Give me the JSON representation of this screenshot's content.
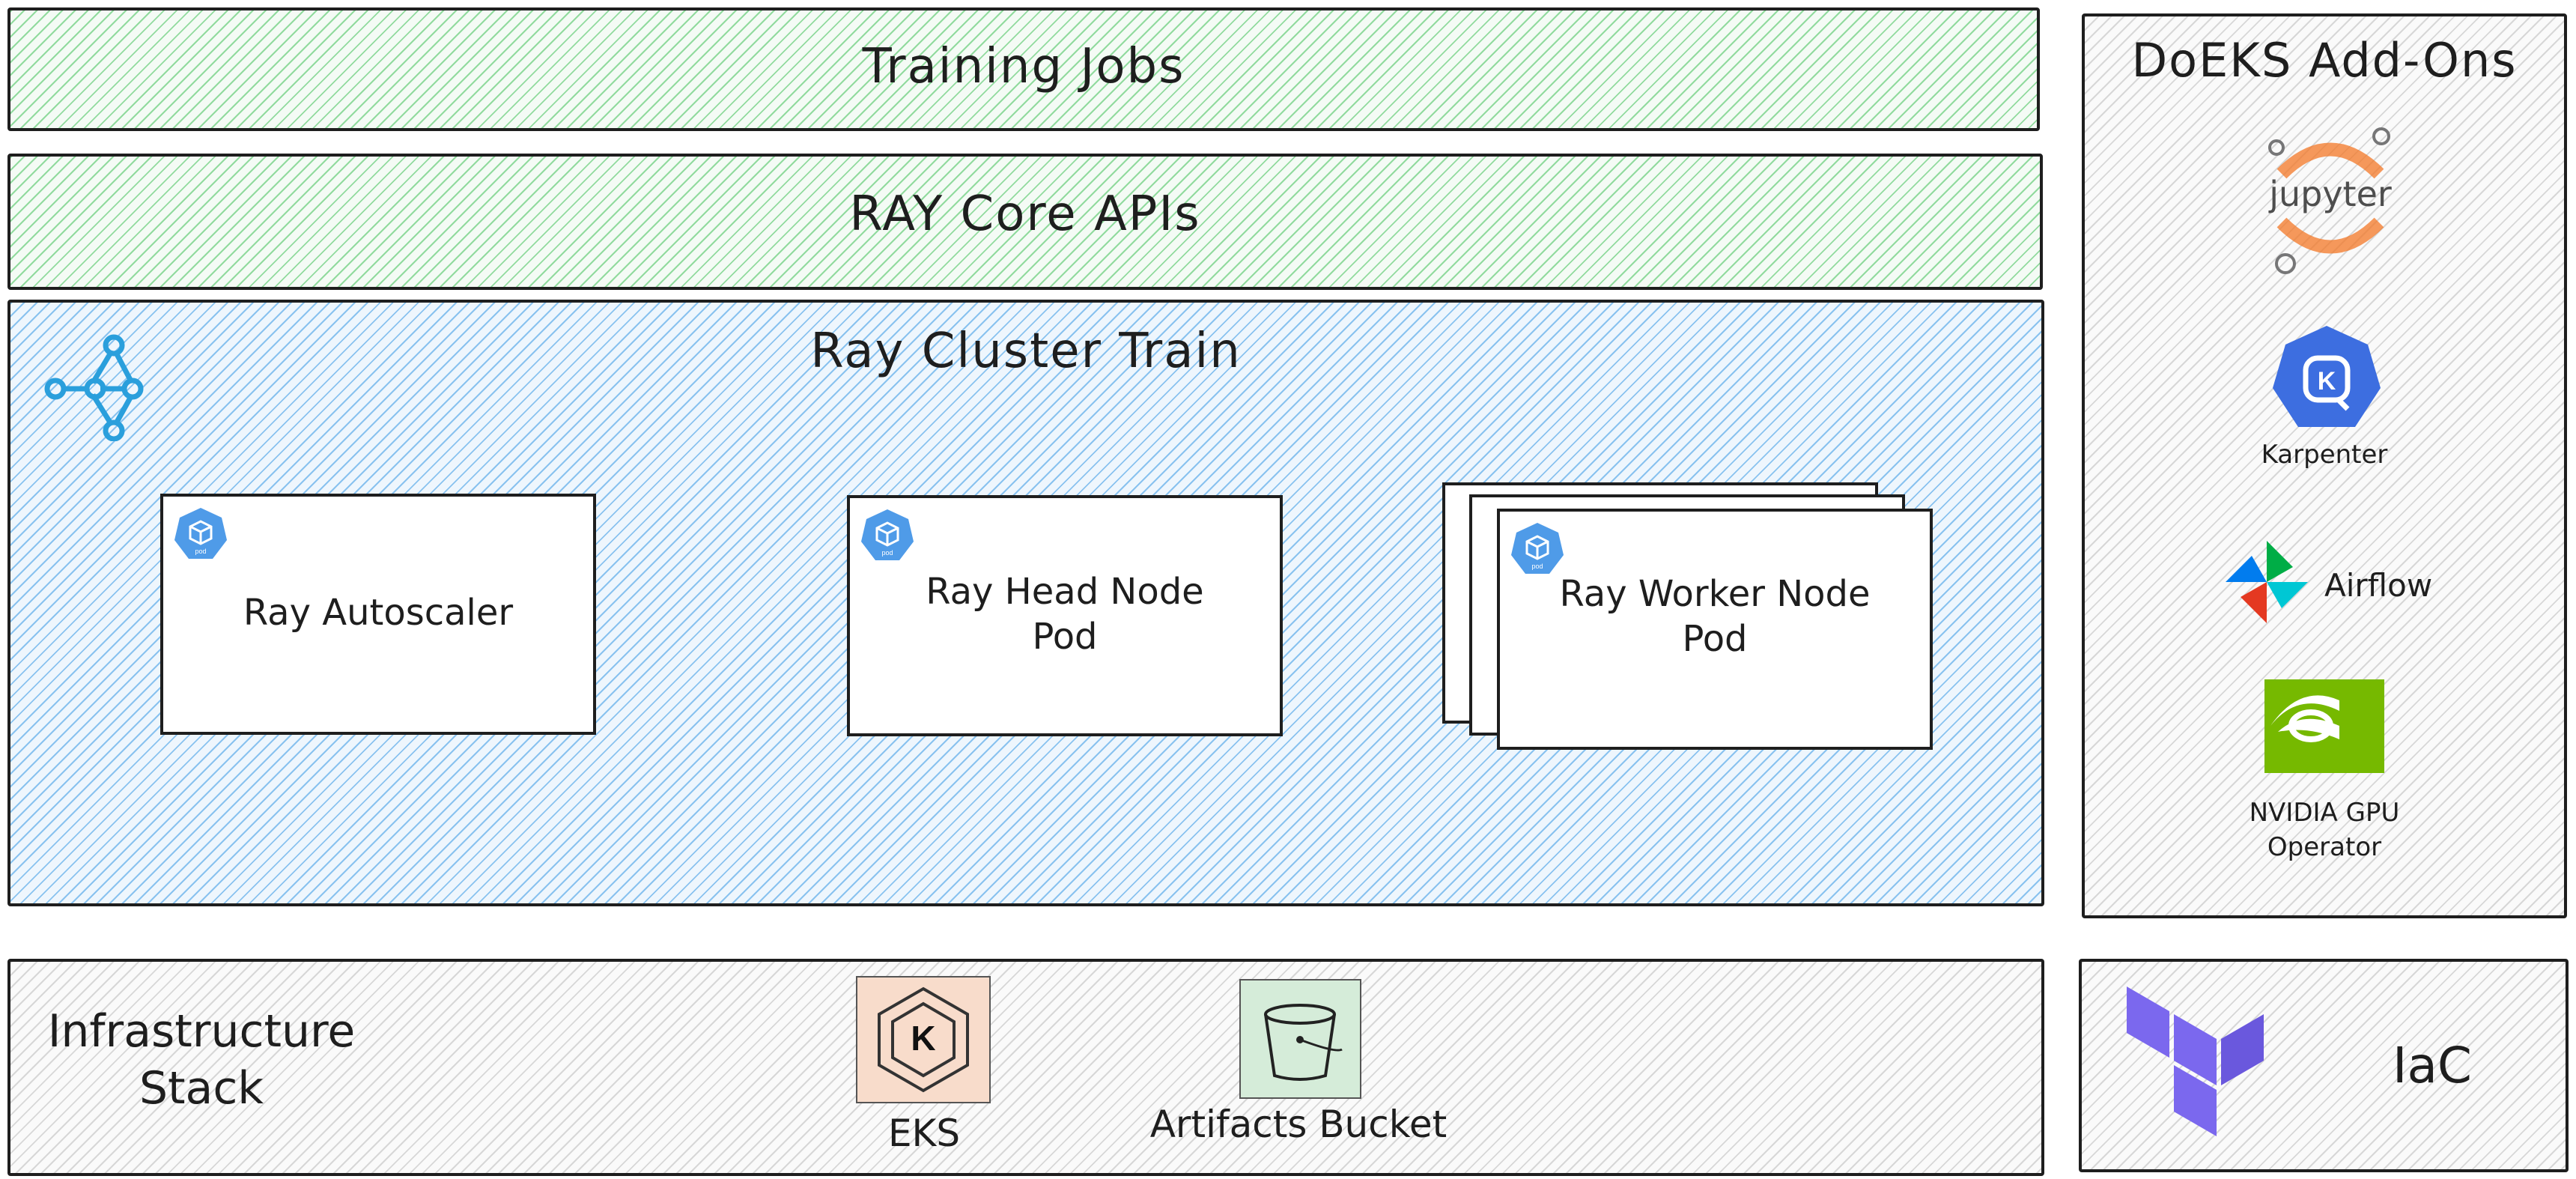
{
  "layers": {
    "training_jobs": "Training Jobs",
    "core_apis": "RAY Core APIs",
    "cluster_title": "Ray Cluster Train"
  },
  "pods": {
    "autoscaler": "Ray Autoscaler",
    "head": "Ray Head Node\nPod",
    "worker": "Ray Worker Node\nPod",
    "pod_badge": "pod"
  },
  "addons": {
    "title": "DoEKS Add-Ons",
    "jupyter": "jupyter",
    "karpenter": "Karpenter",
    "airflow": "Airflow",
    "nvidia": "NVIDIA GPU\nOperator"
  },
  "infra": {
    "title": "Infrastructure\nStack",
    "eks": "EKS",
    "bucket": "Artifacts Bucket"
  },
  "iac": {
    "label": "IaC"
  },
  "colors": {
    "green_hatch": "#40c057",
    "blue_hatch": "#46a0e6",
    "pod_badge": "#4f9be8",
    "karpenter": "#3d6ee0",
    "eks_bg": "#f8dccb",
    "s3_bg": "#d5ecd9",
    "terraform": "#7b68ee"
  }
}
